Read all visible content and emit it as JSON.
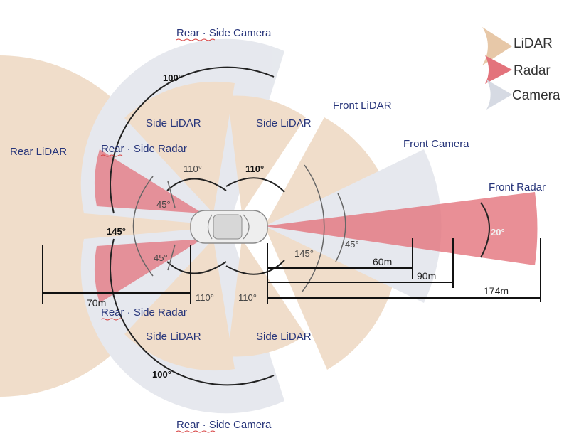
{
  "legend": {
    "lidar": {
      "label": "LiDAR",
      "color": "#e7c8a8"
    },
    "radar": {
      "label": "Radar",
      "color": "#e3737c"
    },
    "camera": {
      "label": "Camera",
      "color": "#d6dae3"
    }
  },
  "labels": {
    "rear_side_camera_top": "Rear · Side Camera",
    "rear_side_camera_bottom": "Rear · Side Camera",
    "front_lidar": "Front LiDAR",
    "front_camera": "Front Camera",
    "front_radar": "Front Radar",
    "rear_lidar": "Rear LiDAR",
    "side_lidar_upper_left": "Side LiDAR",
    "side_lidar_upper_right": "Side LiDAR",
    "side_lidar_lower_left": "Side LiDAR",
    "side_lidar_lower_right": "Side LiDAR",
    "rear_side_radar_top": "Rear · Side Radar",
    "rear_side_radar_bottom": "Rear · Side Radar"
  },
  "angles": {
    "camera_top": "100°",
    "camera_bottom": "100°",
    "side_lidar_top_left": "110°",
    "side_lidar_top_right": "110°",
    "side_lidar_bottom_left": "110°",
    "side_lidar_bottom_right": "110°",
    "rear_radar_top": "45°",
    "rear_radar_bottom": "45°",
    "rear_lidar": "145°",
    "front_lidar": "145°",
    "front_camera": "45°",
    "front_radar": "20°"
  },
  "distances": {
    "front_lidar": "60m",
    "front_camera": "90m",
    "front_radar": "174m",
    "rear": "70m"
  },
  "colors": {
    "text": "#27357a",
    "lidar": "#e7c8a8",
    "radar": "#e3737c",
    "camera": "#d6dae3",
    "car": "#d7d7d7"
  }
}
